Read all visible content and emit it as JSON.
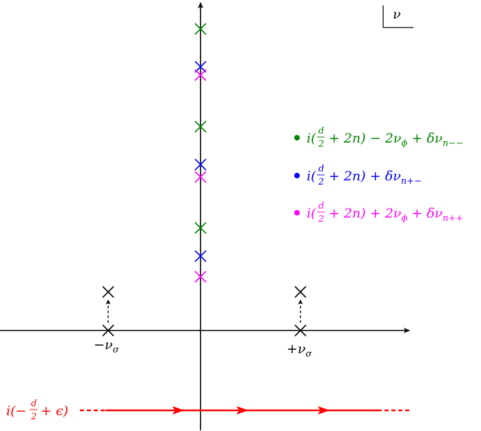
{
  "corner_label": "ν",
  "labels": {
    "minus_sigma": "−ν",
    "minus_sigma_sub": "σ",
    "plus_sigma": "+ν",
    "plus_sigma_sub": "σ",
    "contour_pre": "i(−",
    "contour_num": "d",
    "contour_den": "2",
    "contour_post": "+ ϵ)"
  },
  "legend": [
    {
      "color": "#008000",
      "series": "green",
      "pre": "i(",
      "num": "d",
      "den": "2",
      "post": "+ 2n) − 2ν",
      "sub1": "ϕ",
      "post2": " + δν",
      "sub2": "n−−"
    },
    {
      "color": "#0000ff",
      "series": "blue",
      "pre": "i(",
      "num": "d",
      "den": "2",
      "post": "+ 2n) + δν",
      "sub1": "n+−",
      "post2": "",
      "sub2": ""
    },
    {
      "color": "#ff00ff",
      "series": "magenta",
      "pre": "i(",
      "num": "d",
      "den": "2",
      "post": "+ 2n) + 2ν",
      "sub1": "ϕ",
      "post2": " + δν",
      "sub2": "n++"
    }
  ],
  "colors": {
    "axis": "#000000",
    "contour": "#ff0000",
    "green": "#008000",
    "blue": "#0000ff",
    "magenta": "#ff00ff"
  }
}
